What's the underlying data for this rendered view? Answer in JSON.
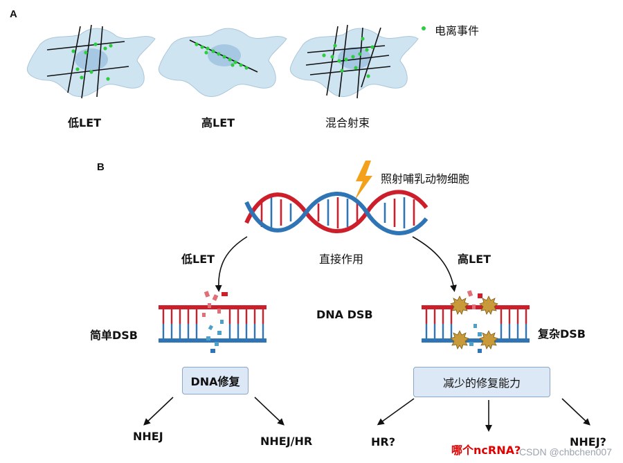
{
  "panel_a": {
    "letter": "A",
    "legend_label": "电离事件",
    "cells": [
      {
        "label": "低LET"
      },
      {
        "label": "高LET"
      },
      {
        "label": "混合射束"
      }
    ]
  },
  "panel_b": {
    "letter": "B",
    "irradiation_label": "照射哺乳动物细胞",
    "low_let_label": "低LET",
    "direct_action_label": "直接作用",
    "high_let_label": "高LET",
    "dna_dsb_label": "DNA DSB",
    "simple_dsb_label": "简单DSB",
    "complex_dsb_label": "复杂DSB",
    "dna_repair_box": "DNA修复",
    "reduced_repair_box": "减少的修复能力",
    "outcomes_left": [
      "NHEJ",
      "NHEJ/HR"
    ],
    "outcomes_right": [
      "HR?",
      "哪个ncRNA?",
      "NHEJ?"
    ]
  },
  "colors": {
    "cell_fill": "#cfe4f1",
    "nucleus_fill": "#9cc1de",
    "ion_dot": "#2ecc40",
    "dna_red": "#cc1f2b",
    "dna_blue": "#2f74b5",
    "lightning": "#f3a01a",
    "damage": "#c99a3a",
    "question_red": "#e00000"
  },
  "watermark": "CSDN @chbchen007"
}
